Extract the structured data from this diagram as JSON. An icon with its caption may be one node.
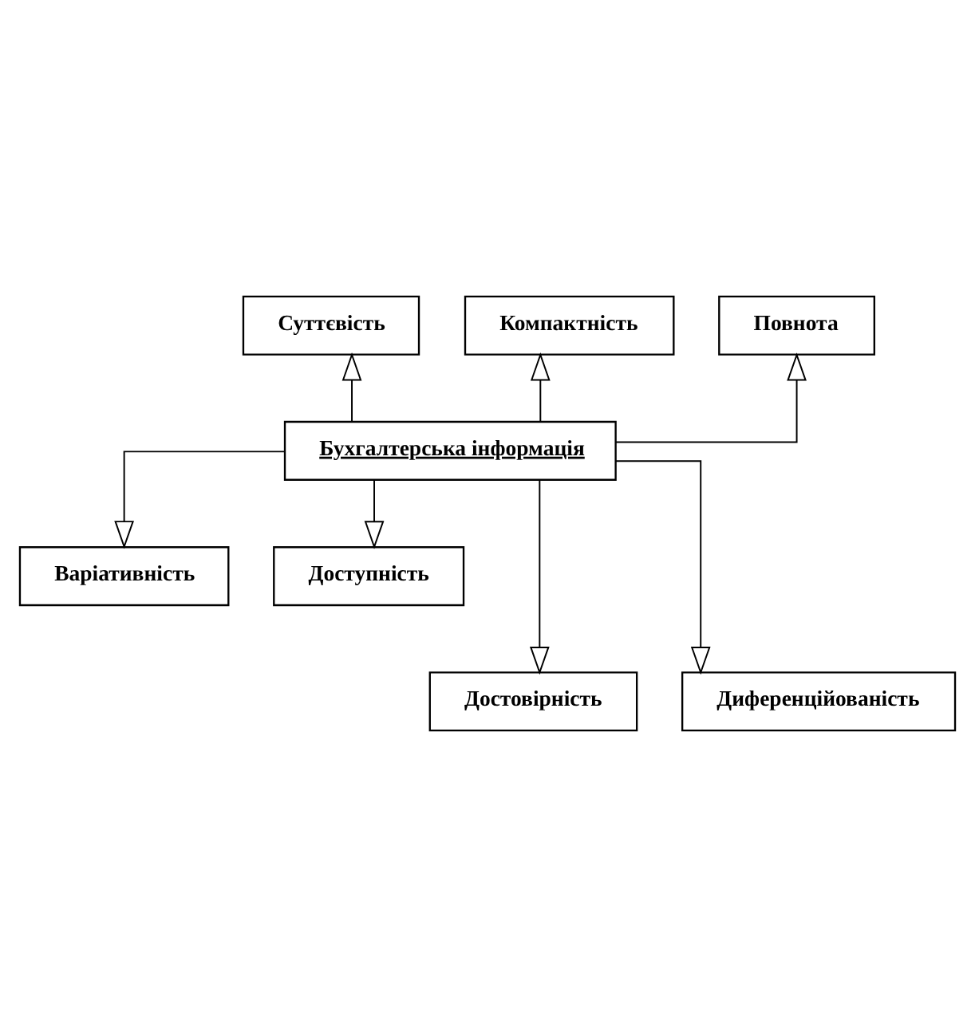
{
  "diagram": {
    "nodes": [
      {
        "text": [
          "Суттєвість"
        ]
      },
      {
        "text": [
          "Компактність"
        ]
      },
      {
        "text": [
          "Повнота"
        ]
      },
      {
        "text": [
          "Бухгалтерська інформація"
        ]
      },
      {
        "text": [
          "Варіативність"
        ]
      },
      {
        "text": [
          "Доступність"
        ]
      },
      {
        "text": [
          "Достовірність"
        ]
      },
      {
        "text": [
          "Диференційованість"
        ]
      }
    ],
    "edges": [
      {
        "from": 3,
        "to": 0,
        "arrow": "to"
      },
      {
        "from": 3,
        "to": 1,
        "arrow": "to"
      },
      {
        "from": 3,
        "to": 2,
        "arrow": "to"
      },
      {
        "from": 3,
        "to": 4,
        "arrow": "to"
      },
      {
        "from": 3,
        "to": 6,
        "arrow": "to"
      },
      {
        "from": 3,
        "to": 7,
        "arrow": "to"
      },
      {
        "from": 3,
        "to": 5,
        "arrow": "to"
      }
    ]
  }
}
